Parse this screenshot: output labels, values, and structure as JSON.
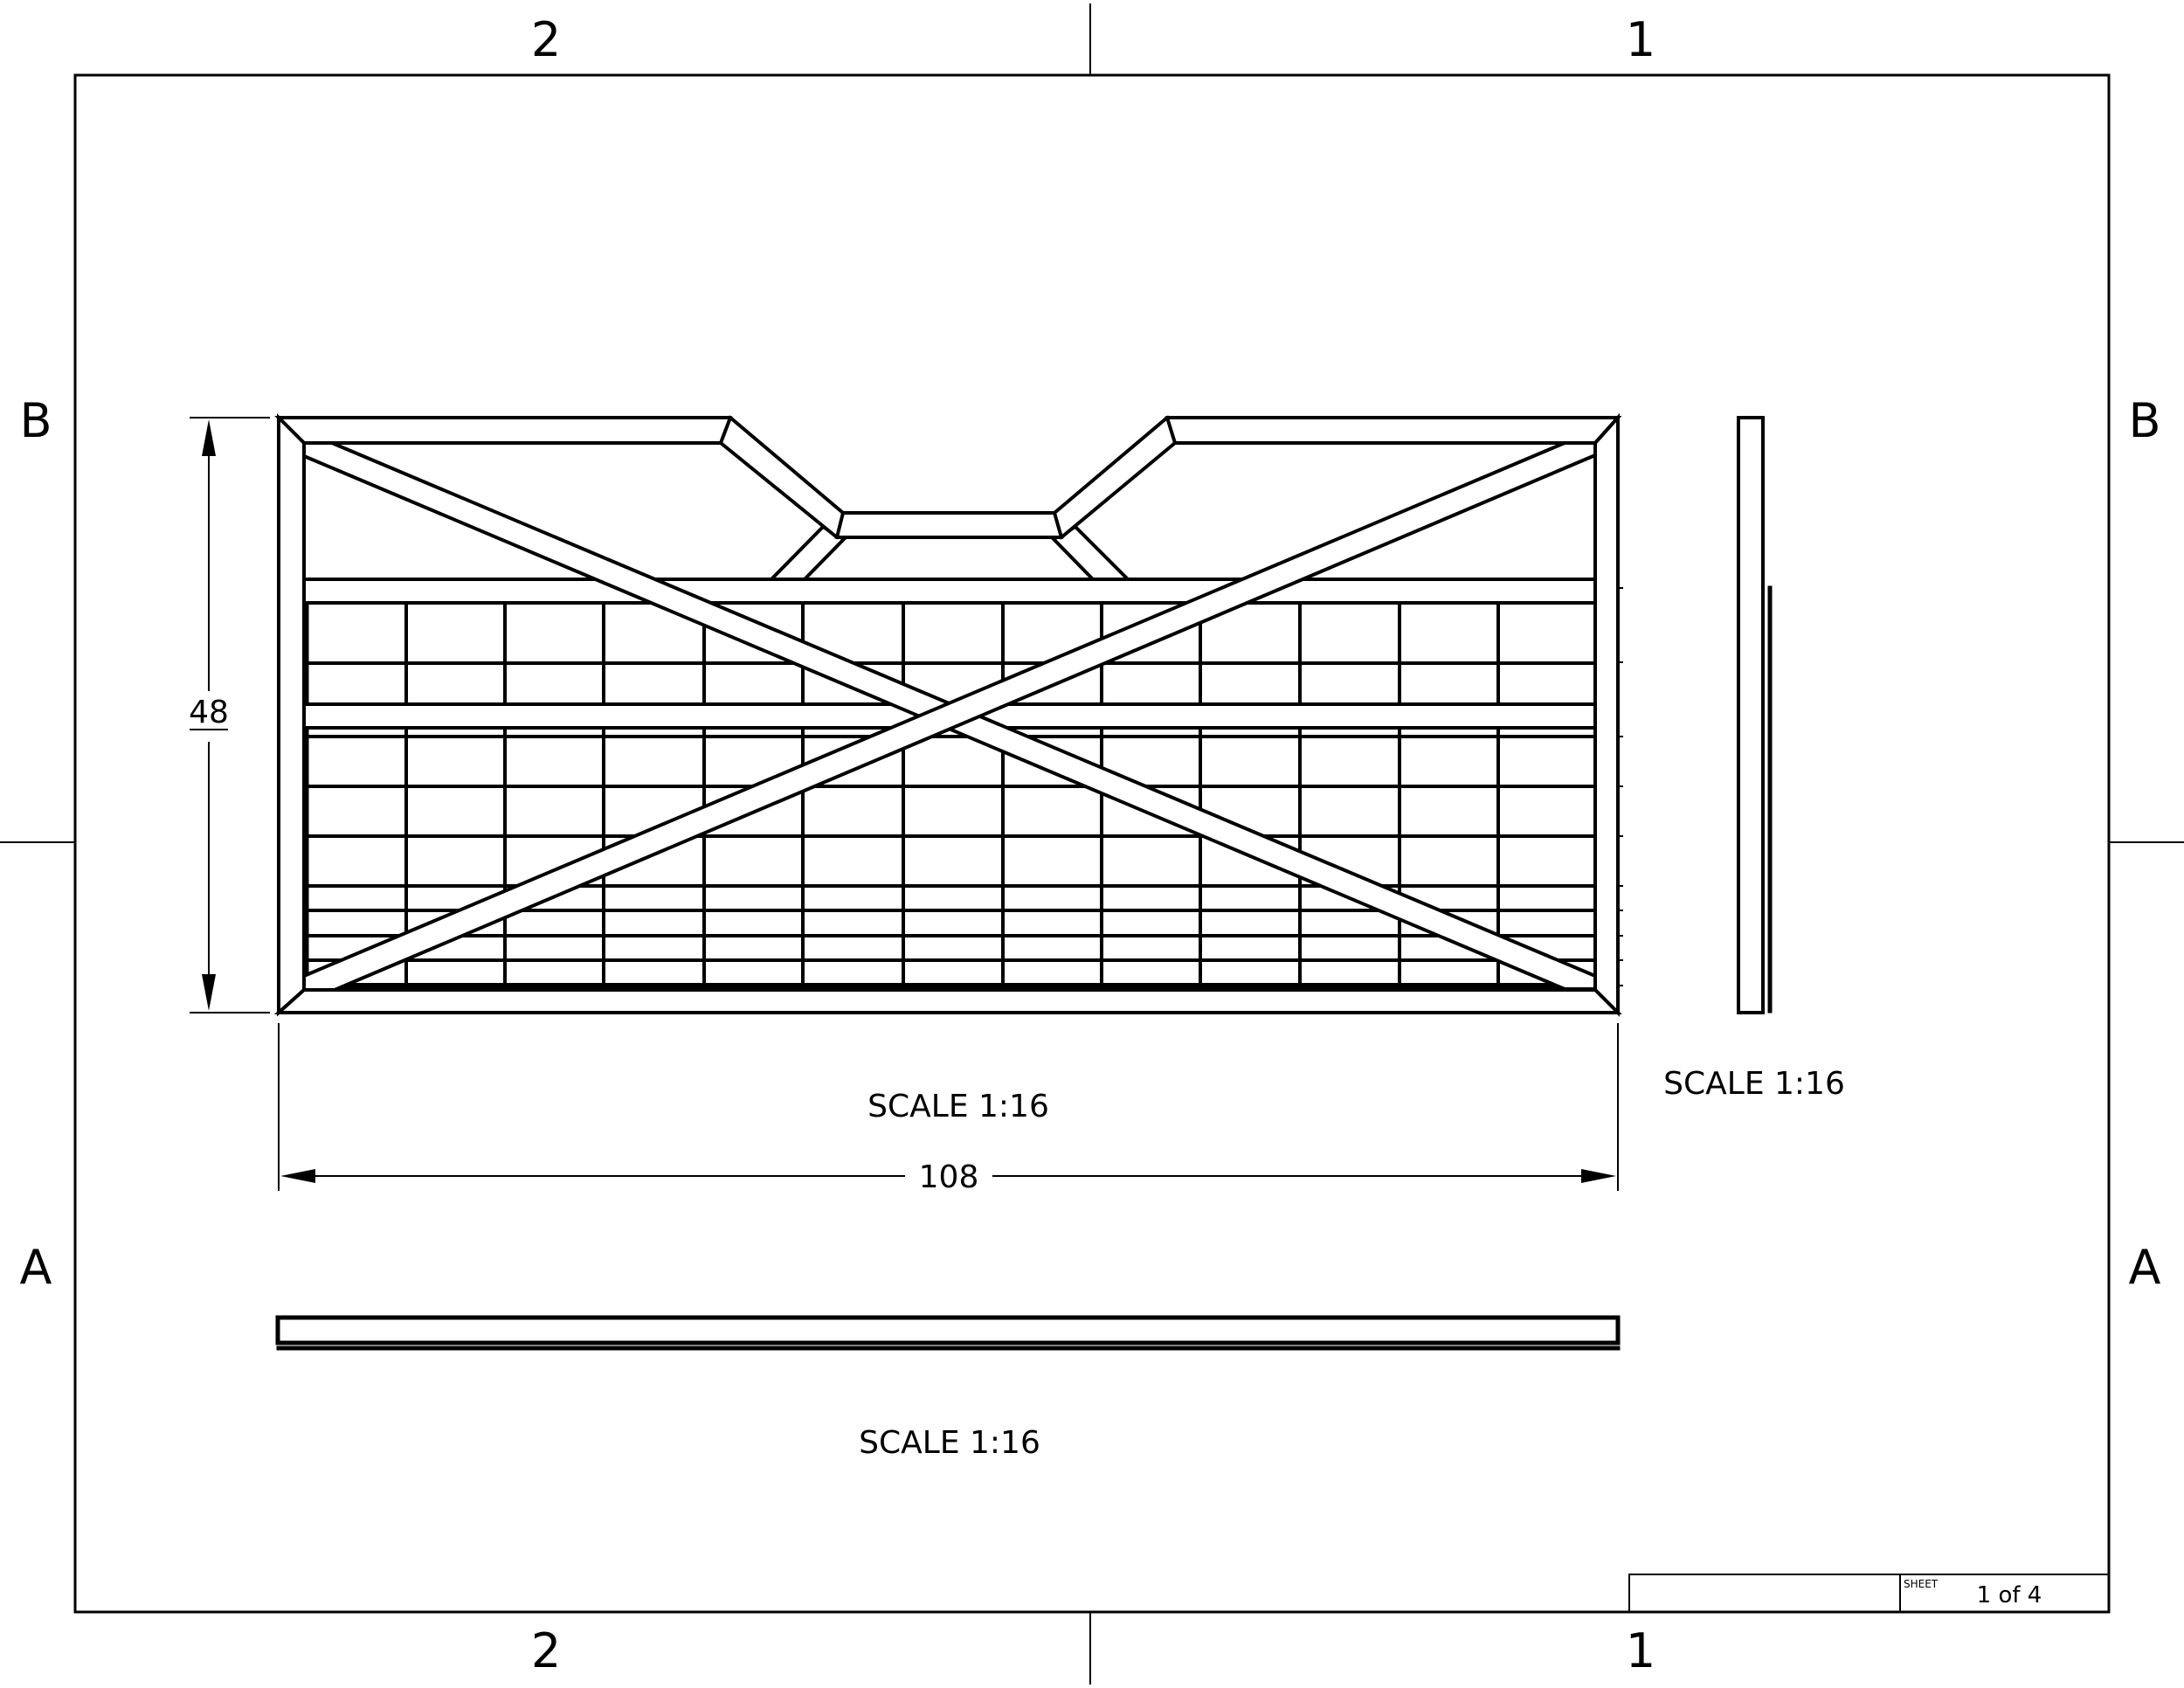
{
  "drawing": {
    "type": "engineering-drawing",
    "subject": "gate elevation with cross bracing",
    "zones": {
      "top": [
        "2",
        "1"
      ],
      "bottom": [
        "2",
        "1"
      ],
      "left": [
        "B",
        "A"
      ],
      "right": [
        "B",
        "A"
      ]
    },
    "front_view": {
      "scale_label": "SCALE 1:16",
      "width_dimension": "108",
      "height_dimension": "48"
    },
    "side_view": {
      "scale_label": "SCALE 1:16"
    },
    "top_view": {
      "scale_label": "SCALE 1:16"
    },
    "title_block": {
      "sheet_label": "SHEET",
      "sheet_value": "1 of 4"
    },
    "colors": {
      "line": "#000000",
      "background": "#ffffff"
    }
  }
}
